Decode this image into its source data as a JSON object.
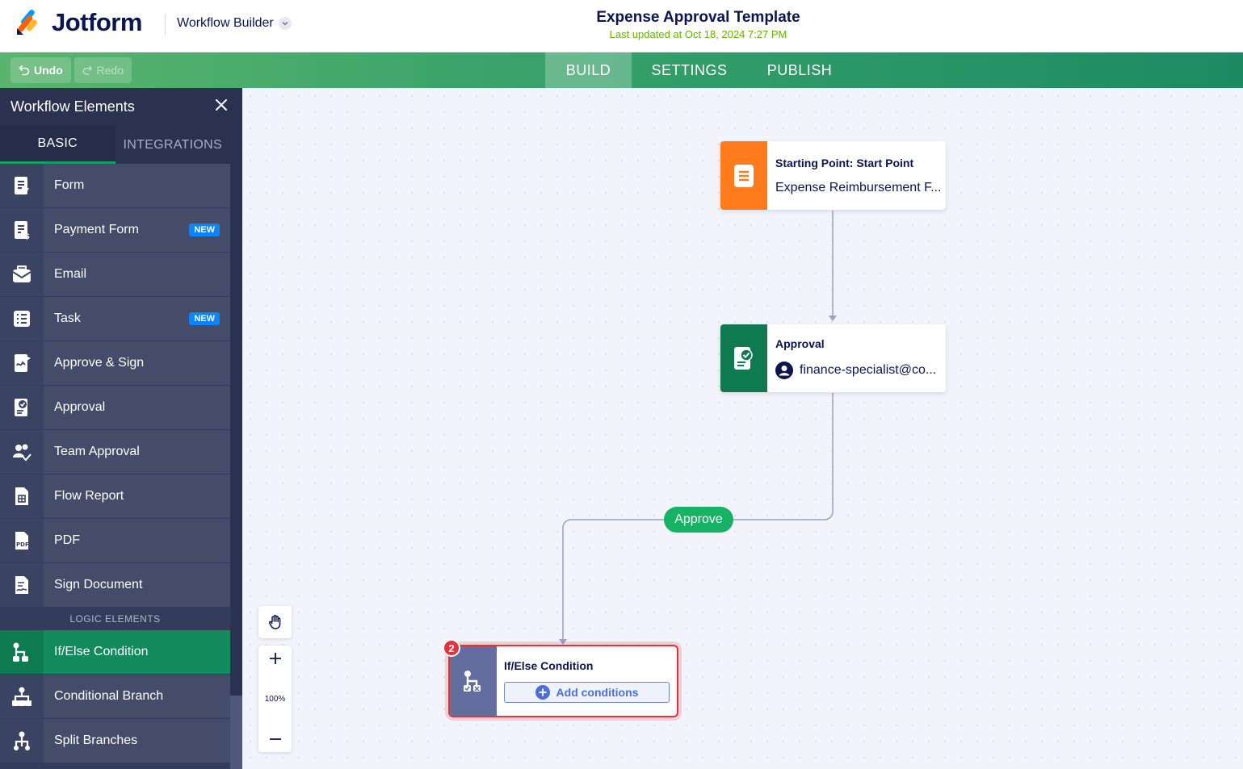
{
  "header": {
    "brand": "Jotform",
    "module": "Workflow Builder",
    "title": "Expense Approval Template",
    "last_updated": "Last updated at Oct 18, 2024 7:27 PM"
  },
  "toolbar": {
    "undo_label": "Undo",
    "redo_label": "Redo",
    "tabs": [
      {
        "label": "BUILD",
        "active": true
      },
      {
        "label": "SETTINGS",
        "active": false
      },
      {
        "label": "PUBLISH",
        "active": false
      }
    ]
  },
  "sidebar": {
    "title": "Workflow Elements",
    "tabs": [
      {
        "label": "BASIC",
        "active": true
      },
      {
        "label": "INTEGRATIONS",
        "active": false
      }
    ],
    "items": [
      {
        "label": "Form",
        "icon": "form-icon"
      },
      {
        "label": "Payment Form",
        "icon": "payment-form-icon",
        "badge": "NEW"
      },
      {
        "label": "Email",
        "icon": "email-icon"
      },
      {
        "label": "Task",
        "icon": "task-icon",
        "badge": "NEW"
      },
      {
        "label": "Approve & Sign",
        "icon": "approve-sign-icon"
      },
      {
        "label": "Approval",
        "icon": "approval-icon"
      },
      {
        "label": "Team Approval",
        "icon": "team-approval-icon"
      },
      {
        "label": "Flow Report",
        "icon": "flow-report-icon"
      },
      {
        "label": "PDF",
        "icon": "pdf-icon"
      },
      {
        "label": "Sign Document",
        "icon": "sign-document-icon"
      }
    ],
    "logic_section": "LOGIC ELEMENTS",
    "logic_items": [
      {
        "label": "If/Else Condition",
        "icon": "if-else-icon",
        "active": true
      },
      {
        "label": "Conditional Branch",
        "icon": "conditional-branch-icon"
      },
      {
        "label": "Split Branches",
        "icon": "split-branches-icon"
      }
    ]
  },
  "canvas": {
    "start_node": {
      "title": "Starting Point: Start Point",
      "subtitle": "Expense Reimbursement F...",
      "color": "#ff7b1c"
    },
    "approval_node": {
      "title": "Approval",
      "assignee": "finance-specialist@co...",
      "color": "#0f7a50"
    },
    "edge_label": "Approve",
    "ifelse_node": {
      "title": "If/Else Condition",
      "action": "Add conditions",
      "error_count": "2",
      "color": "#636d9f"
    },
    "zoom": "100%"
  },
  "colors": {
    "accent_green": "#17a05e",
    "sidebar_bg": "#343c5c",
    "error_red": "#e0343a",
    "new_badge": "#0a84ff"
  }
}
